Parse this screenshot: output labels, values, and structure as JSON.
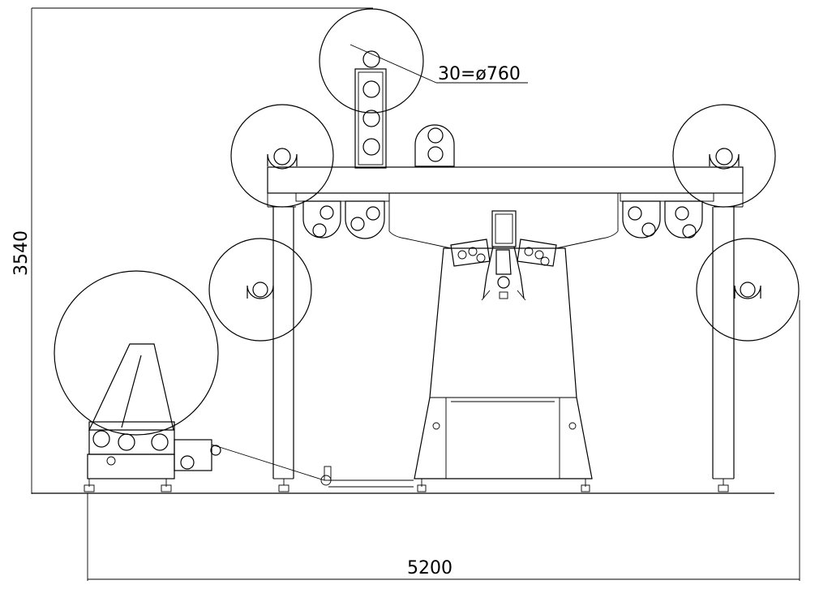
{
  "labels": {
    "roll_spec": "30=ø760",
    "height_dim": "3540",
    "width_dim": "5200"
  }
}
